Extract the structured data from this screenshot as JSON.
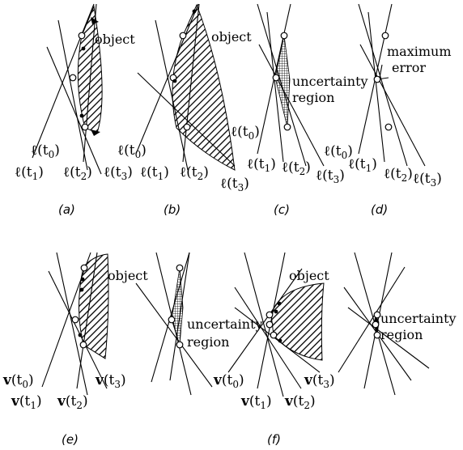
{
  "labels": {
    "object": "object",
    "uncertainty_line1": "uncertainty",
    "uncertainty_line2": "region",
    "max_error_line1": "maximum",
    "max_error_line2": "error",
    "ell": "ℓ",
    "v": "v",
    "t_symbol": "t",
    "sub_0": "0",
    "sub_1": "1",
    "sub_2": "2",
    "sub_3": "3"
  },
  "captions": {
    "a": "(a)",
    "b": "(b)",
    "c": "(c)",
    "d": "(d)",
    "e": "(e)",
    "f": "(f)"
  }
}
